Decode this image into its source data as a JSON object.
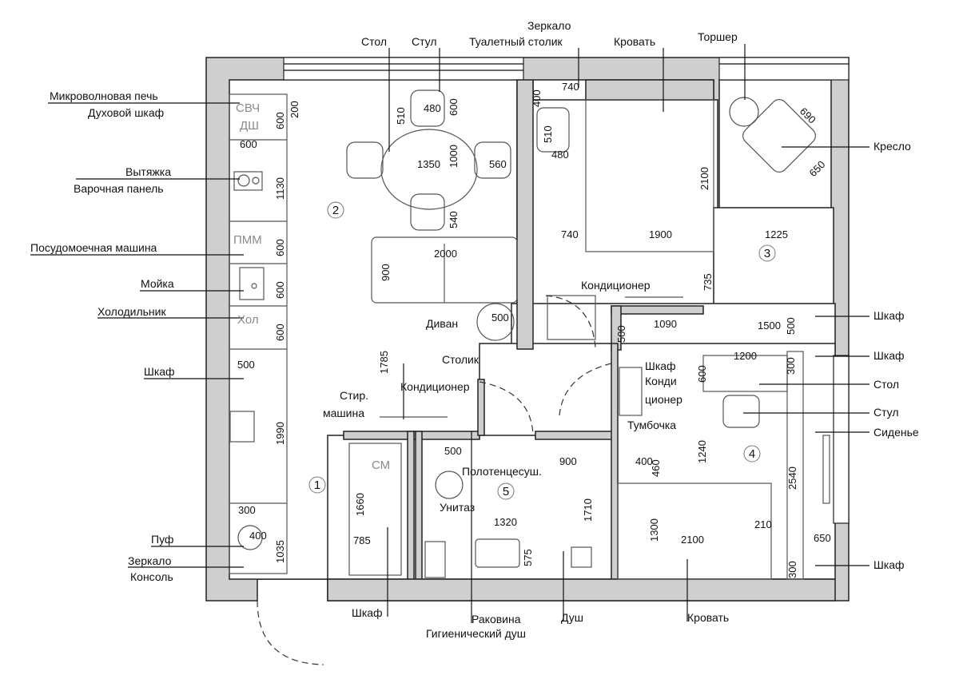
{
  "title": "План квартиры",
  "rooms": [
    "1",
    "2",
    "3",
    "4",
    "5"
  ],
  "callouts": [
    "Микроволновая печь",
    "Духовой шкаф",
    "Вытяжка",
    "Варочная панель",
    "Посудомоечная машина",
    "Мойка",
    "Холодильник",
    "Шкаф",
    "Пуф",
    "Зеркало",
    "Консоль",
    "Стол",
    "Стул",
    "Зеркало",
    "Туалетный столик",
    "Кровать",
    "Торшер",
    "Кресло",
    "Шкаф",
    "Шкаф",
    "Стол",
    "Стул",
    "Сиденье",
    "Шкаф",
    "Шкаф",
    "Раковина",
    "Гигиенический душ",
    "Душ",
    "Кровать"
  ],
  "inner_labels": [
    "Диван",
    "Столик",
    "Кондиционер",
    "Кондиционер",
    "Стир.",
    "машина",
    "Шкаф",
    "Конди",
    "ционер",
    "Тумбочка",
    "Полотенцесуш.",
    "Унитаз"
  ],
  "furniture_labels": [
    "СВЧ",
    "ДШ",
    "ПММ",
    "Хол",
    "СМ"
  ],
  "dimensions_h": [
    "600",
    "480",
    "1350",
    "560",
    "2000",
    "500",
    "740",
    "480",
    "740",
    "1900",
    "1225",
    "1090",
    "1500",
    "500",
    "1200",
    "500",
    "900",
    "400",
    "1320",
    "2100",
    "210",
    "650",
    "300",
    "400",
    "785"
  ],
  "dimensions_v": [
    "600",
    "200",
    "1130",
    "600",
    "600",
    "600",
    "1990",
    "1035",
    "510",
    "600",
    "1000",
    "540",
    "900",
    "400",
    "510",
    "2100",
    "735",
    "500",
    "600",
    "300",
    "500",
    "1785",
    "1660",
    "1240",
    "460",
    "1710",
    "1300",
    "575",
    "2540",
    "300"
  ],
  "dimensions_diag": [
    "690",
    "650"
  ],
  "colors": {
    "wall": "#cfcfcf",
    "line": "#111111"
  }
}
